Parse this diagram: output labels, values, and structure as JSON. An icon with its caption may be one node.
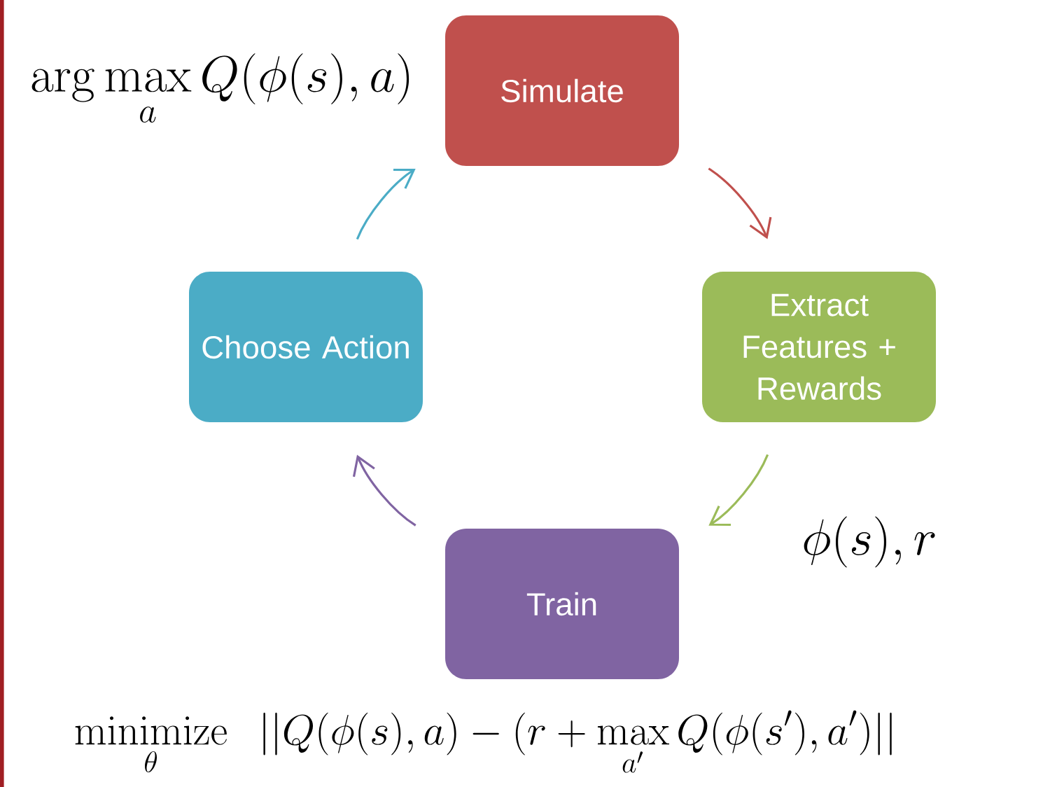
{
  "diagram": {
    "nodes": [
      {
        "text": [
          "Simulate"
        ]
      },
      {
        "text": [
          "Choose Action"
        ]
      },
      {
        "text": [
          "Extract Features + Rewards"
        ]
      },
      {
        "text": [
          "Train"
        ]
      }
    ],
    "edges": [
      {
        "from": 0,
        "to": 2,
        "arrow": "to",
        "color": "#c0504d"
      },
      {
        "from": 2,
        "to": 3,
        "arrow": "to",
        "color": "#9bbb59"
      },
      {
        "from": 3,
        "to": 1,
        "arrow": "to",
        "color": "#8064a2"
      },
      {
        "from": 1,
        "to": 0,
        "arrow": "to",
        "color": "#4bacc6"
      }
    ],
    "labels": [
      "\\arg\\max_a Q(\\phi(s), a)",
      "\\phi(s), r",
      "\\mathop{\\mathrm{minimize}}\\limits_{\\theta}\\;\\; ||Q(\\phi(s), a) - (r + \\max_{a'} Q(\\phi(s'), a')||"
    ]
  }
}
